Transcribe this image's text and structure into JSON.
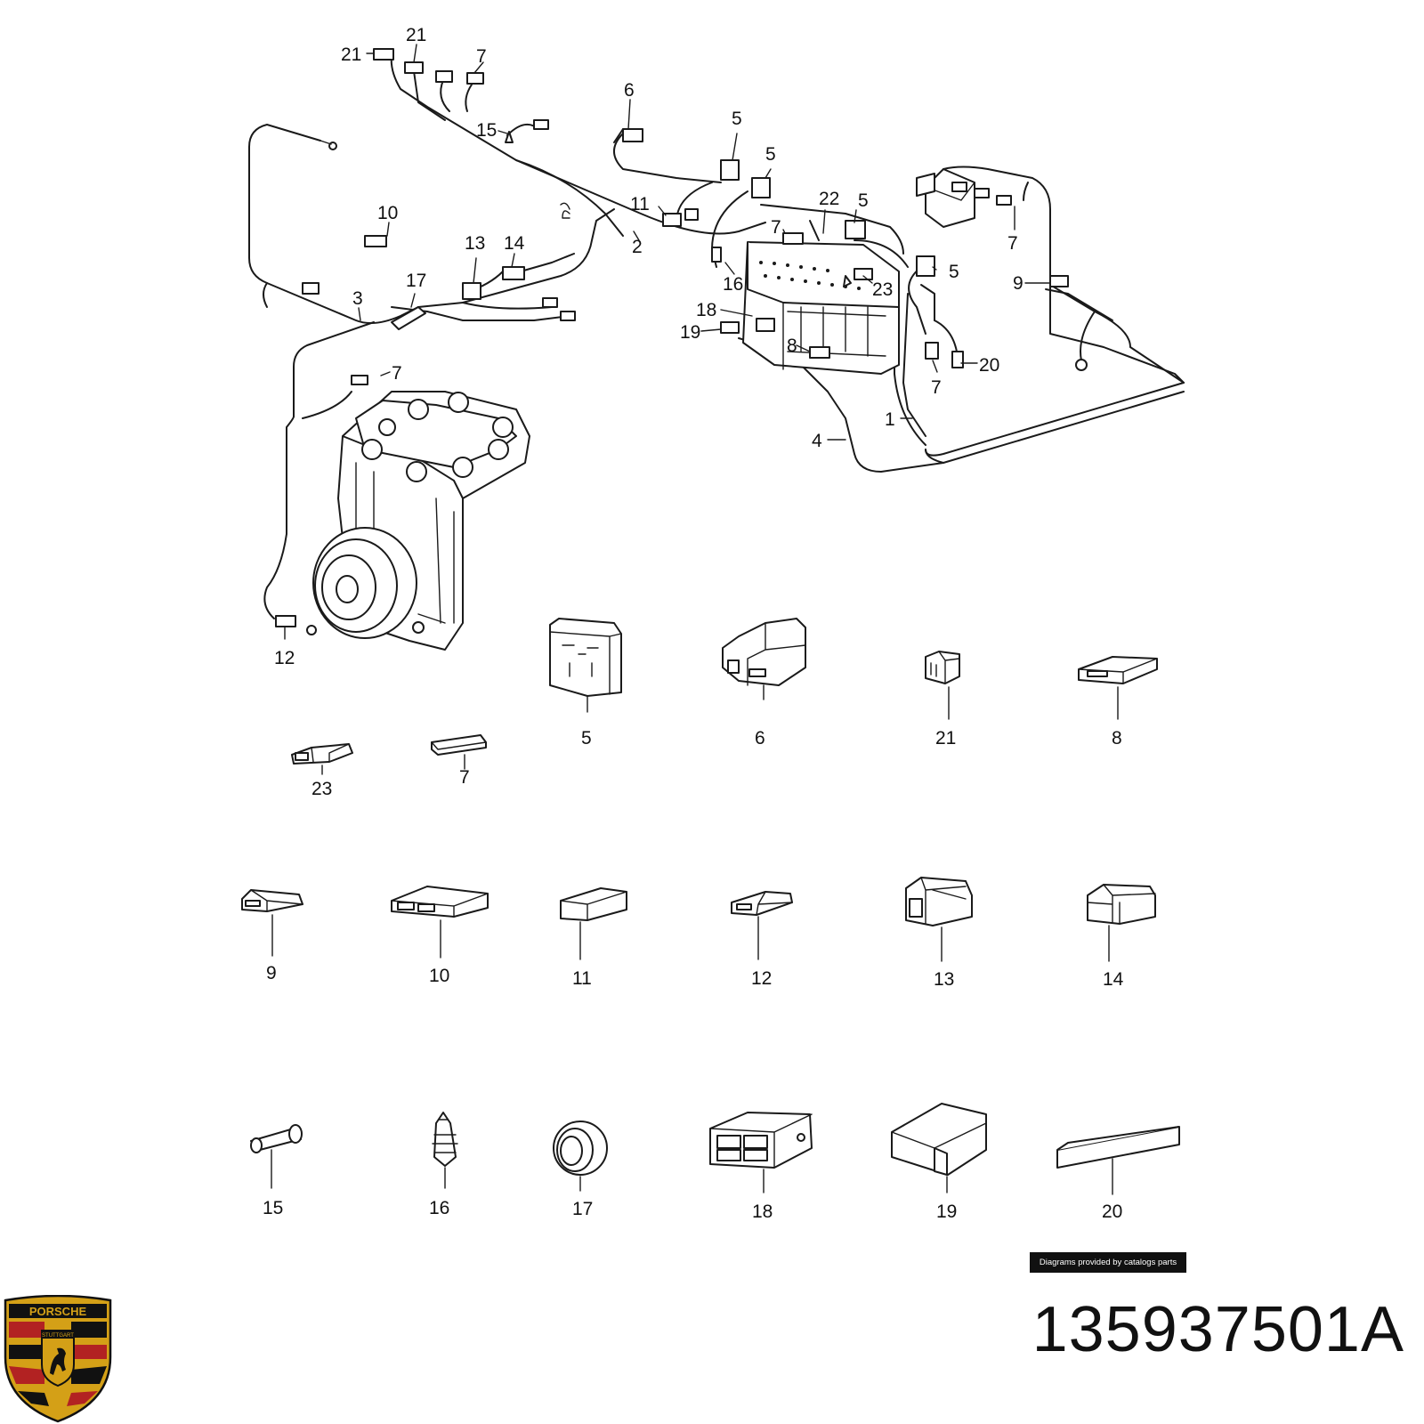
{
  "document": {
    "part_number": "135937501A",
    "credit": "Diagrams provided by catalogs parts",
    "logo": {
      "name": "porsche-crest",
      "text": "PORSCHE",
      "subtext": "STUTTGART",
      "colors": {
        "gold": "#d4a017",
        "red": "#b22222",
        "black": "#111111"
      }
    }
  },
  "callouts": [
    {
      "text": "21"
    },
    {
      "text": "21"
    },
    {
      "text": "7"
    },
    {
      "text": "15"
    },
    {
      "text": "6"
    },
    {
      "text": "5"
    },
    {
      "text": "5"
    },
    {
      "text": "11"
    },
    {
      "text": "2"
    },
    {
      "text": "10"
    },
    {
      "text": "13"
    },
    {
      "text": "14"
    },
    {
      "text": "17"
    },
    {
      "text": "3"
    },
    {
      "text": "7"
    },
    {
      "text": "22"
    },
    {
      "text": "5"
    },
    {
      "text": "16"
    },
    {
      "text": "23"
    },
    {
      "text": "5"
    },
    {
      "text": "7"
    },
    {
      "text": "9"
    },
    {
      "text": "18"
    },
    {
      "text": "19"
    },
    {
      "text": "8"
    },
    {
      "text": "20"
    },
    {
      "text": "7"
    },
    {
      "text": "1"
    },
    {
      "text": "4"
    },
    {
      "text": "7"
    },
    {
      "text": "12"
    }
  ],
  "parts": [
    {
      "label": "5"
    },
    {
      "label": "6"
    },
    {
      "label": "21"
    },
    {
      "label": "8"
    },
    {
      "label": "23"
    },
    {
      "label": "7"
    },
    {
      "label": "9"
    },
    {
      "label": "10"
    },
    {
      "label": "11"
    },
    {
      "label": "12"
    },
    {
      "label": "13"
    },
    {
      "label": "14"
    },
    {
      "label": "15"
    },
    {
      "label": "16"
    },
    {
      "label": "17"
    },
    {
      "label": "18"
    },
    {
      "label": "19"
    },
    {
      "label": "20"
    }
  ]
}
